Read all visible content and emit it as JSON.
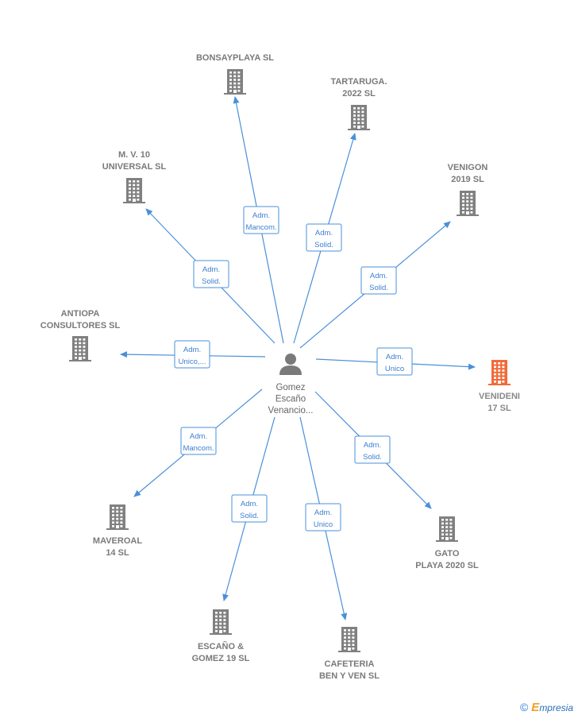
{
  "center": {
    "name_lines": [
      "Gomez",
      "Escaño",
      "Venancio..."
    ],
    "icon": "person-icon"
  },
  "nodes": [
    {
      "id": "bonsayplaya",
      "lines": [
        "BONSAYPLAYA SL"
      ],
      "highlight": false,
      "relation": [
        "Adm.",
        "Mancom."
      ]
    },
    {
      "id": "tartaruga",
      "lines": [
        "TARTARUGA.",
        "2022  SL"
      ],
      "highlight": false,
      "relation": [
        "Adm.",
        "Solid."
      ]
    },
    {
      "id": "venigon",
      "lines": [
        "VENIGON",
        "2019  SL"
      ],
      "highlight": false,
      "relation": [
        "Adm.",
        "Solid."
      ]
    },
    {
      "id": "mv10",
      "lines": [
        "M.  V.  10",
        "UNIVERSAL SL"
      ],
      "highlight": false,
      "relation": [
        "Adm.",
        "Solid."
      ]
    },
    {
      "id": "antiopa",
      "lines": [
        "ANTIOPA",
        "CONSULTORES SL"
      ],
      "highlight": false,
      "relation": [
        "Adm.",
        "Unico,..."
      ]
    },
    {
      "id": "venideni",
      "lines": [
        "VENIDENI",
        "17  SL"
      ],
      "highlight": true,
      "relation": [
        "Adm.",
        "Unico"
      ]
    },
    {
      "id": "maveroal",
      "lines": [
        "MAVEROAL",
        "14  SL"
      ],
      "highlight": false,
      "relation": [
        "Adm.",
        "Mancom."
      ]
    },
    {
      "id": "gato",
      "lines": [
        "GATO",
        "PLAYA 2020  SL"
      ],
      "highlight": false,
      "relation": [
        "Adm.",
        "Solid."
      ]
    },
    {
      "id": "escano",
      "lines": [
        "ESCAÑO &",
        "GOMEZ 19  SL"
      ],
      "highlight": false,
      "relation": [
        "Adm.",
        "Solid."
      ]
    },
    {
      "id": "cafeteria",
      "lines": [
        "CAFETERIA",
        "BEN Y VEN  SL"
      ],
      "highlight": false,
      "relation": [
        "Adm.",
        "Unico"
      ]
    }
  ],
  "colors": {
    "edge": "#4a90d9",
    "building": "#808080",
    "building_highlight": "#f26a3a",
    "person": "#7a7a7a"
  },
  "footer": {
    "copyright": "©",
    "brand_first": "E",
    "brand_rest": "mpresia"
  }
}
